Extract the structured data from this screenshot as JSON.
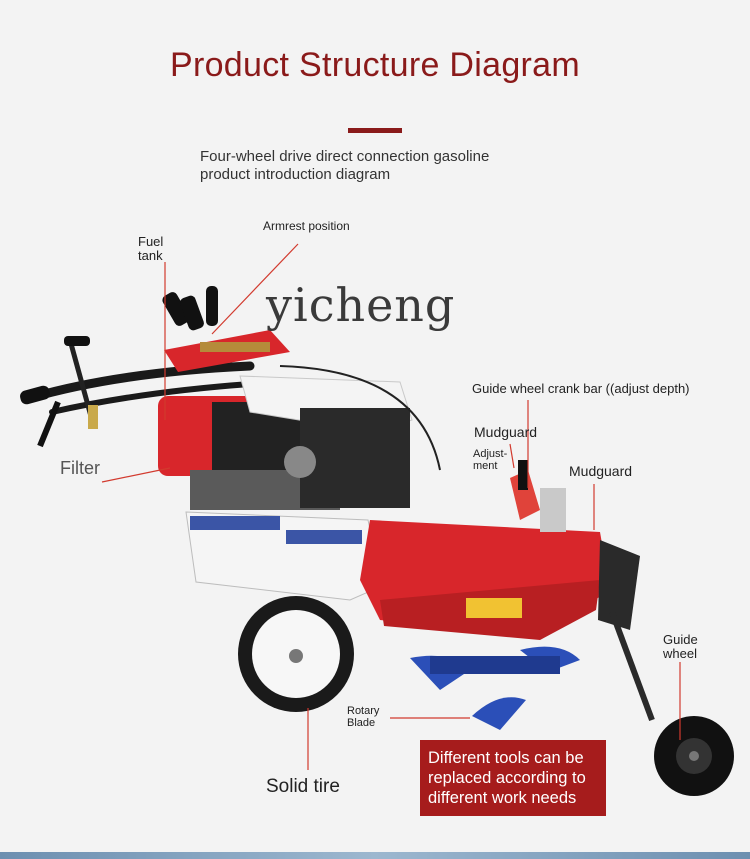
{
  "header": {
    "title": "Product Structure Diagram",
    "subtitle_line1": "Four-wheel drive direct connection gasoline",
    "subtitle_line2": "product introduction diagram"
  },
  "watermark": "yicheng",
  "labels": {
    "fuel_tank_1": "Fuel",
    "fuel_tank_2": "tank",
    "armrest": "Armrest position",
    "filter": "Filter",
    "guide_crank": "Guide wheel crank bar ((adjust depth)",
    "mudguard_left": "Mudguard",
    "adjustment_1": "Adjust-",
    "adjustment_2": "ment",
    "mudguard_right": "Mudguard",
    "guide_wheel_1": "Guide",
    "guide_wheel_2": "wheel",
    "rotary_1": "Rotary",
    "rotary_2": "Blade",
    "solid_tire": "Solid tire"
  },
  "callout": {
    "line1": "Different tools can be",
    "line2": "replaced according to",
    "line3": "different work needs"
  },
  "colors": {
    "title": "#8a1a1a",
    "machine_red": "#d8262b",
    "callout_bg": "#a61c1c",
    "leader_line": "#d23a2e"
  }
}
